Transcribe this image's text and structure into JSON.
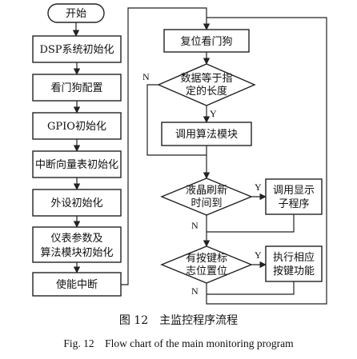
{
  "figure": {
    "caption_cn": "图 12　主监控程序流程",
    "caption_en": "Fig. 12　Flow chart of the main monitoring program"
  },
  "nodes": {
    "start": "开始",
    "dsp_init": "DSP系统初始化",
    "watchdog_config": "看门狗配置",
    "gpio_init": "GPIO初始化",
    "interrupt_vector_init": "中断向量表初始化",
    "peripheral_init": "外设初始化",
    "param_init_line1": "仪表参数及",
    "param_init_line2": "算法模块初始化",
    "enable_interrupt": "使能中断",
    "reset_watchdog": "复位看门狗",
    "data_length_line1": "数据等于指",
    "data_length_line2": "定的长度",
    "call_algorithm": "调用算法模块",
    "lcd_refresh_line1": "液晶刷新",
    "lcd_refresh_line2": "时间到",
    "call_display_line1": "调用显示",
    "call_display_line2": "子程序",
    "key_flag_line1": "有按键标",
    "key_flag_line2": "志位置位",
    "key_function_line1": "执行相应",
    "key_function_line2": "按键功能"
  },
  "edge_labels": {
    "yes": "Y",
    "no": "N"
  }
}
